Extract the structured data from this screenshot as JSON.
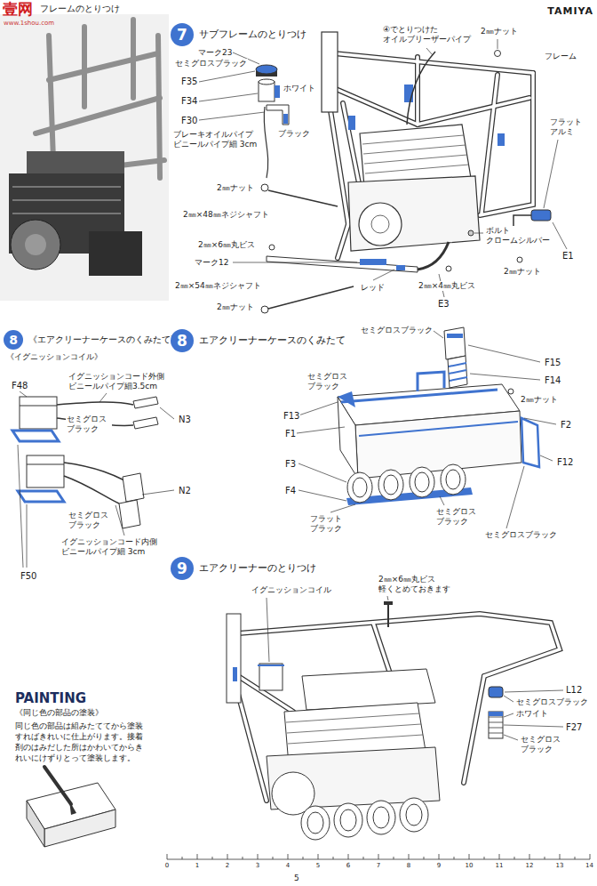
{
  "diagram": {
    "nodes": [
      {
        "text": [
          "7",
          "サブフレームのとりつけ"
        ]
      },
      {
        "text": [
          "8",
          "《エアクリーナーケースのくみたて》"
        ]
      },
      {
        "text": [
          "8",
          "エアクリーナーケースのくみたて"
        ]
      },
      {
        "text": [
          "9",
          "エアクリーナーのとりつけ"
        ]
      }
    ],
    "labels": [
      "壹网",
      "www.1shou.com",
      "フレームのとりつけ",
      "TAMIYA",
      "マーク23",
      "セミグロスブラック",
      "F35",
      "ホワイト",
      "F34",
      "F30",
      "ブレーキオイルパイプ ビニールパイプ細 3cm",
      "ブラック",
      "④でとりつけた オイルブリーザーパイプ",
      "2㎜ナット",
      "フレーム",
      "フラット アルミ",
      "E1",
      "2㎜ナット",
      "2㎜ナット",
      "2㎜×48㎜ネジシャフト",
      "2㎜×6㎜丸ビス",
      "マーク12",
      "2㎜×54㎜ネジシャフト",
      "2㎜ナット",
      "レッド",
      "ボルト クロームシルバー",
      "2㎜×4㎜丸ビス",
      "E3",
      "《イグニッションコイル》",
      "F48",
      "イグニッションコード外側 ビニールパイプ細3.5cm",
      "セミグロス ブラック",
      "N3",
      "N2",
      "セミグロス ブラック",
      "イグニッションコード内側 ビニールパイプ細 3cm",
      "F50",
      "セミグロスブラック",
      "F15",
      "F14",
      "セミグロス ブラック",
      "F13",
      "F1",
      "2㎜ナット",
      "F2",
      "F3",
      "F4",
      "F12",
      "フラット ブラック",
      "セミグロス ブラック",
      "セミグロスブラック",
      "イグニッションコイル",
      "2㎜×6㎜丸ビス 軽くとめておきます",
      "L12",
      "セミグロスブラック",
      "ホワイト",
      "F27",
      "セミグロス ブラック",
      "PAINTING",
      "《同じ色の部品の塗装》",
      "同じ色の部品は組みたててから塗装すればきれいに仕上がります。接着剤のはみだした所はかわいてからきれいにけずりとって塗装します。",
      "0",
      "1",
      "2",
      "3",
      "4",
      "5",
      "6",
      "7",
      "8",
      "9",
      "10",
      "11",
      "12",
      "13",
      "14",
      "5"
    ]
  }
}
